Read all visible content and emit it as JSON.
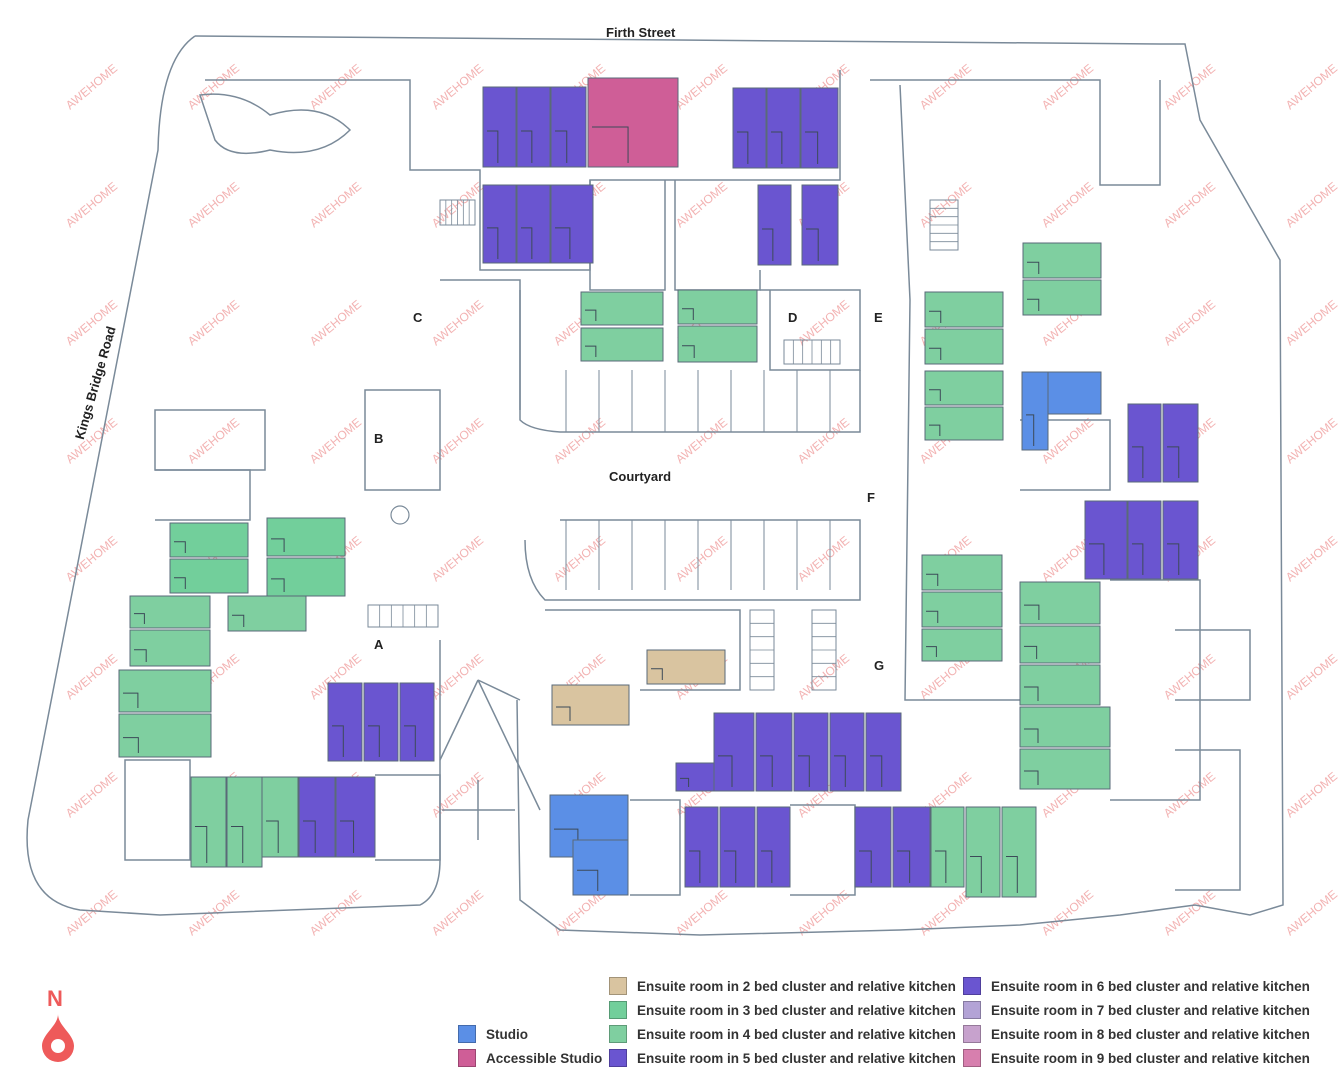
{
  "labels": {
    "firth_street": "Firth Street",
    "kings_bridge_road": "Kings Bridge Road",
    "courtyard": "Courtyard",
    "stairs": [
      "A",
      "B",
      "C",
      "D",
      "E",
      "F",
      "G"
    ]
  },
  "compass": {
    "label": "N"
  },
  "watermark": "AWEHOME",
  "colors": {
    "studio": "#5b8fe6",
    "accessible_studio": "#cf5e97",
    "cluster_2": "#d9c4a0",
    "cluster_3": "#72cf9b",
    "cluster_4": "#7fcfa0",
    "cluster_5": "#6a55d0",
    "cluster_6": "#6a55d0",
    "cluster_7": "#b3a3d6",
    "cluster_8": "#c7a2cd",
    "cluster_9": "#d77fae",
    "compass": "#ee5a5a",
    "walls": "#7a8a99"
  },
  "legend": [
    {
      "key": "studio",
      "label": "Studio"
    },
    {
      "key": "accessible_studio",
      "label": "Accessible Studio"
    },
    {
      "key": "cluster_2",
      "label": "Ensuite room in 2 bed cluster and relative kitchen"
    },
    {
      "key": "cluster_3",
      "label": "Ensuite room in 3 bed cluster and relative kitchen"
    },
    {
      "key": "cluster_4",
      "label": "Ensuite room in 4 bed cluster and relative kitchen"
    },
    {
      "key": "cluster_5",
      "label": "Ensuite room in 5 bed cluster and relative kitchen"
    },
    {
      "key": "cluster_6",
      "label": "Ensuite room in 6 bed cluster and relative kitchen"
    },
    {
      "key": "cluster_7",
      "label": "Ensuite room in 7 bed cluster and relative kitchen"
    },
    {
      "key": "cluster_8",
      "label": "Ensuite room in 8 bed cluster and relative kitchen"
    },
    {
      "key": "cluster_9",
      "label": "Ensuite room in 9 bed cluster and relative kitchen"
    }
  ]
}
